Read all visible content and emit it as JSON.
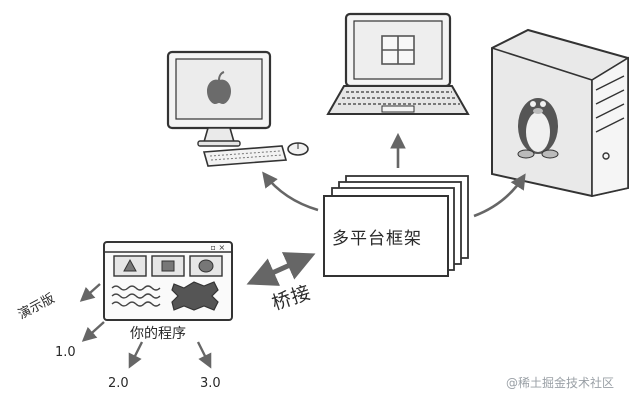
{
  "framework": {
    "label": "多平台框架"
  },
  "program": {
    "label": "你的程序",
    "window_controls": "_ ▫ ×"
  },
  "bridge": {
    "label": "桥接"
  },
  "versions": {
    "demo": "演示版",
    "v1": "1.0",
    "v2": "2.0",
    "v3": "3.0"
  },
  "platforms": {
    "mac": {
      "icon": "apple-logo-icon"
    },
    "windows": {
      "icon": "windows-logo-icon"
    },
    "linux": {
      "icon": "tux-penguin-icon"
    }
  },
  "watermark": {
    "text": "@稀土掘金技术社区"
  },
  "colors": {
    "stroke": "#333333",
    "arrow": "#666666",
    "screen_light": "#eeeeee",
    "screen_dark": "#444444"
  }
}
